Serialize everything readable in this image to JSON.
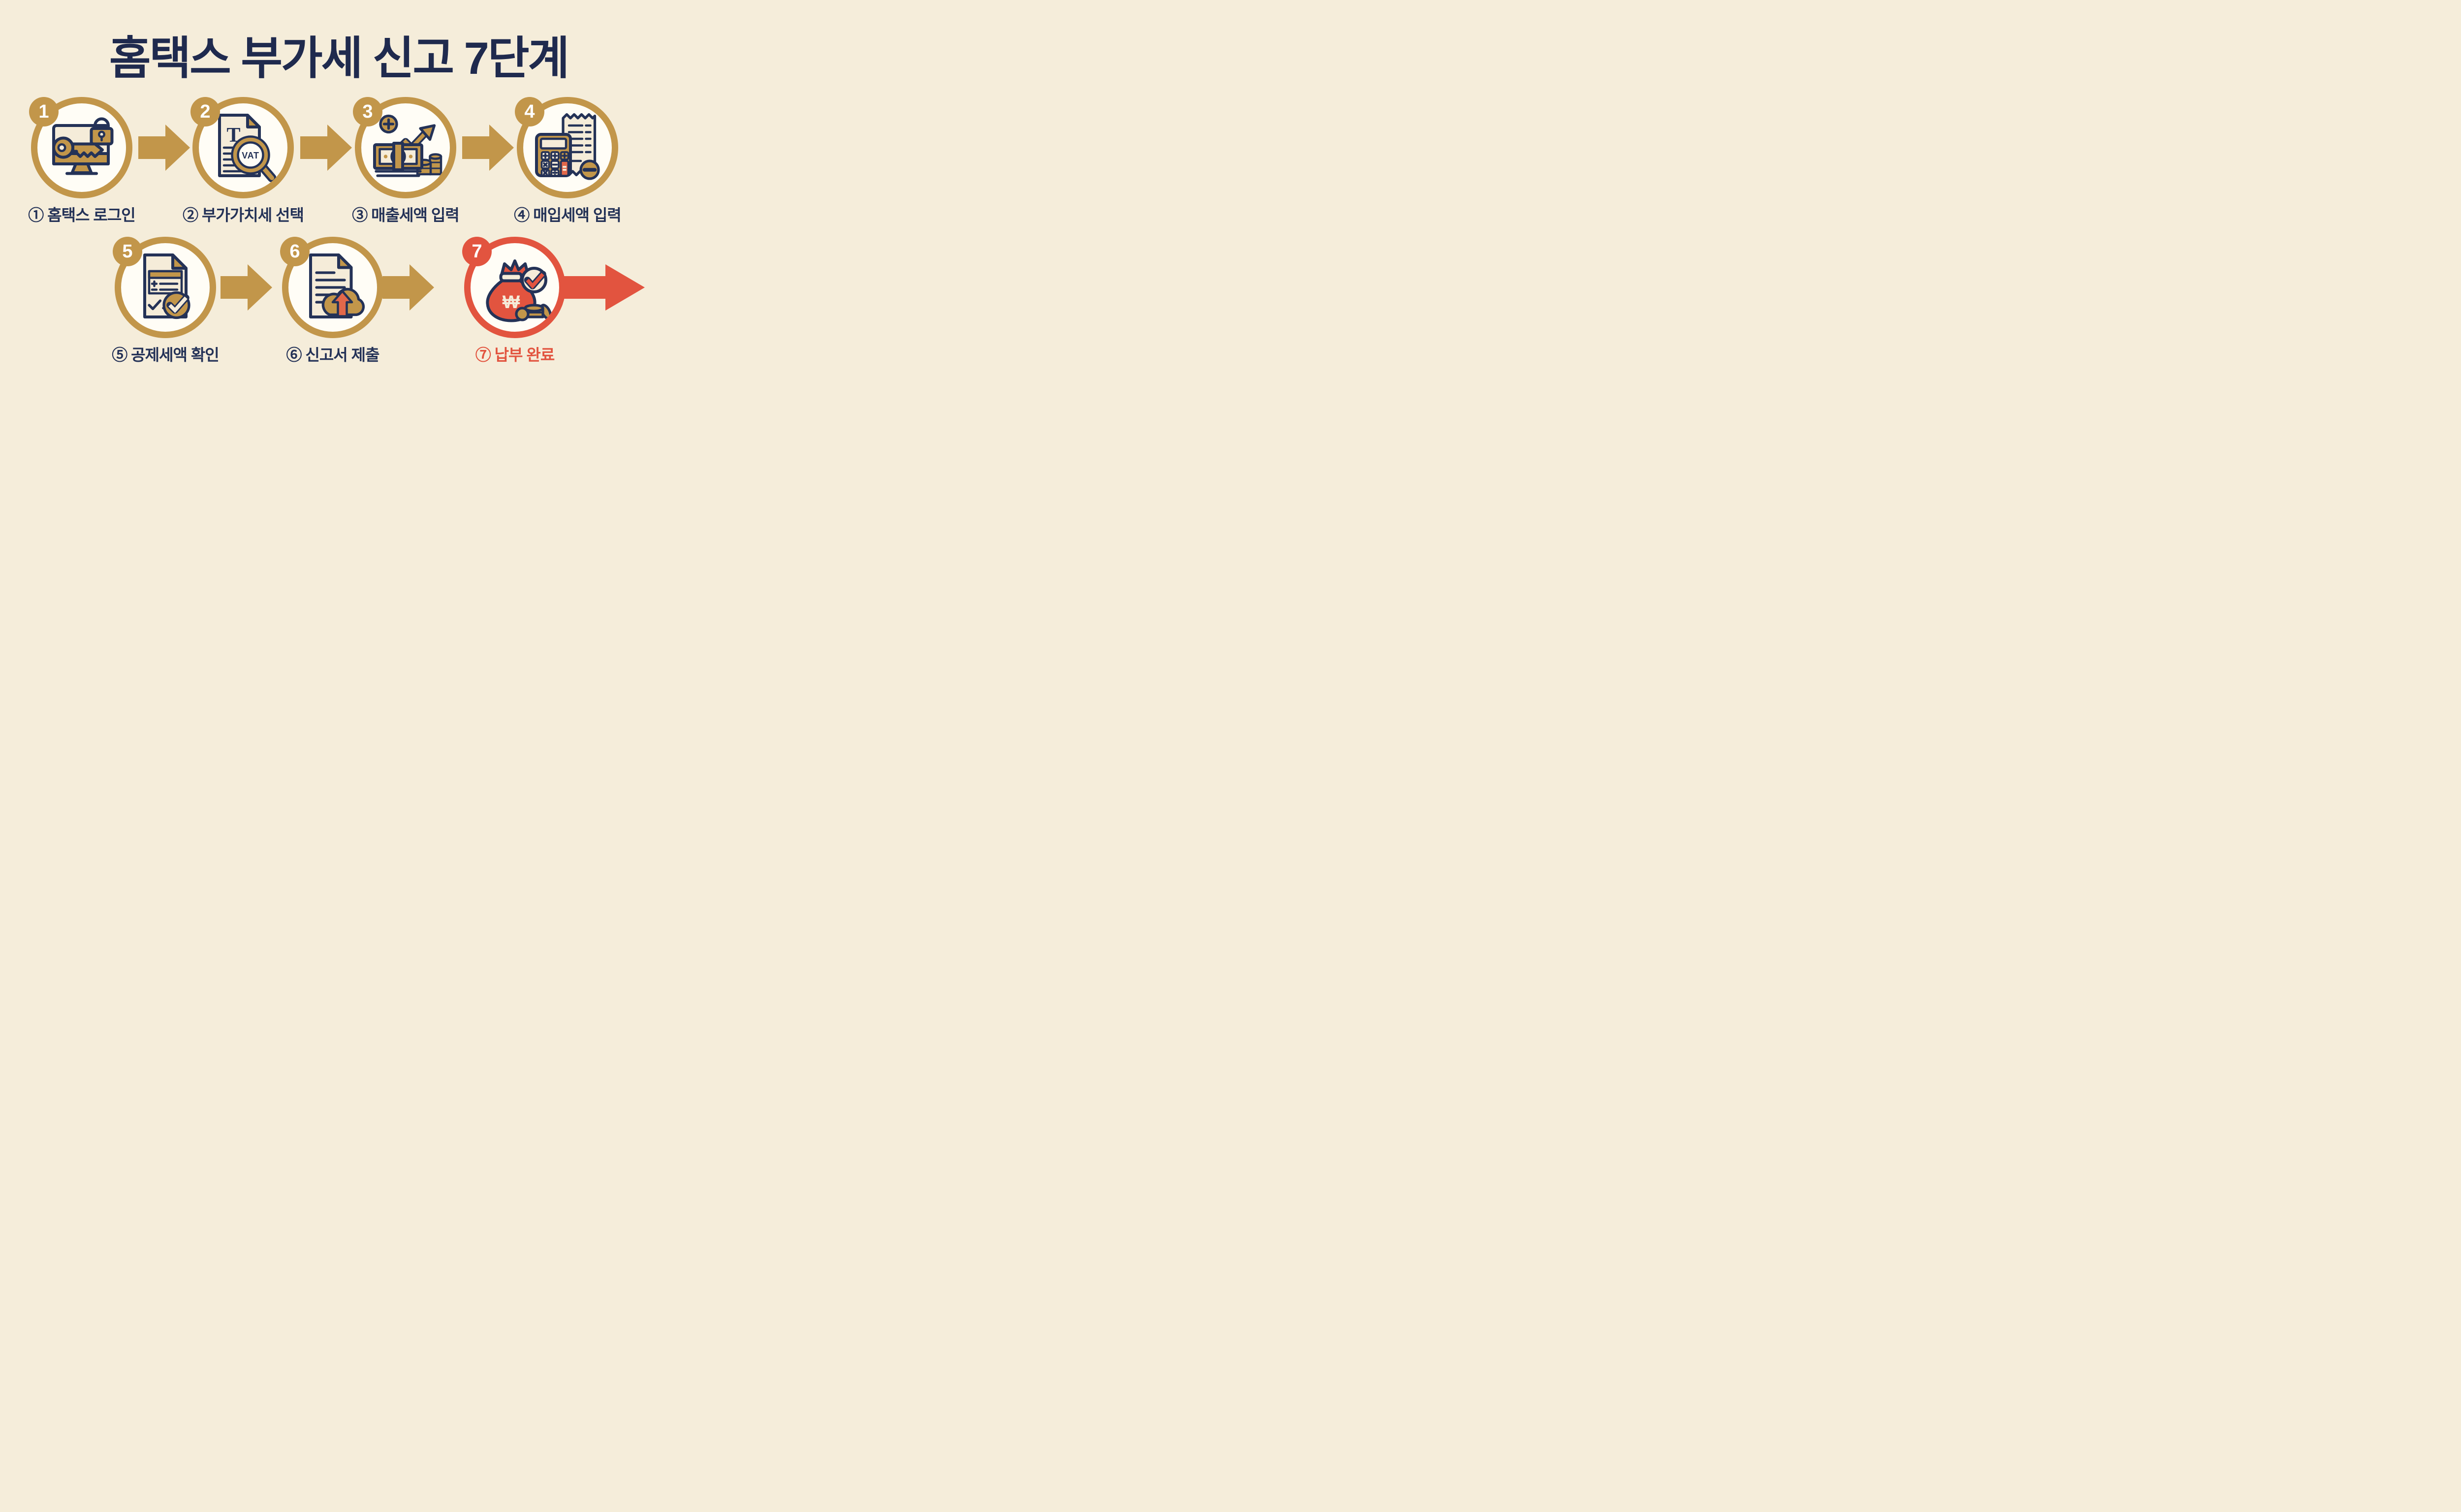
{
  "title": "홈택스 부가세 신고 7단계",
  "colors": {
    "background": "#f5edda",
    "title_navy": "#1f2a4e",
    "navy": "#243257",
    "gold": "#c2964a",
    "red": "#e2543f",
    "orange": "#e2684a",
    "cream": "#f5ecd9",
    "white": "#fffdf6"
  },
  "steps": [
    {
      "num": "1",
      "label": "① 홈택스 로그인",
      "accent": "gold",
      "icon": "monitor-key-padlock-icon"
    },
    {
      "num": "2",
      "label": "② 부가가치세 선택",
      "accent": "gold",
      "icon": "vat-document-magnifier-icon",
      "doc_letter": "T",
      "magnifier_label": "VAT"
    },
    {
      "num": "3",
      "label": "③ 매출세액 입력",
      "accent": "gold",
      "icon": "banknotes-growth-coins-icon"
    },
    {
      "num": "4",
      "label": "④ 매입세액 입력",
      "accent": "gold",
      "icon": "calculator-receipt-minus-icon"
    },
    {
      "num": "5",
      "label": "⑤ 공제세액 확인",
      "accent": "gold",
      "icon": "form-checkmark-icon"
    },
    {
      "num": "6",
      "label": "⑥ 신고서 제출",
      "accent": "gold",
      "icon": "document-cloud-upload-icon"
    },
    {
      "num": "7",
      "label": "⑦ 납부 완료",
      "accent": "red",
      "icon": "money-bag-won-check-icon",
      "currency_symbol": "₩"
    }
  ]
}
